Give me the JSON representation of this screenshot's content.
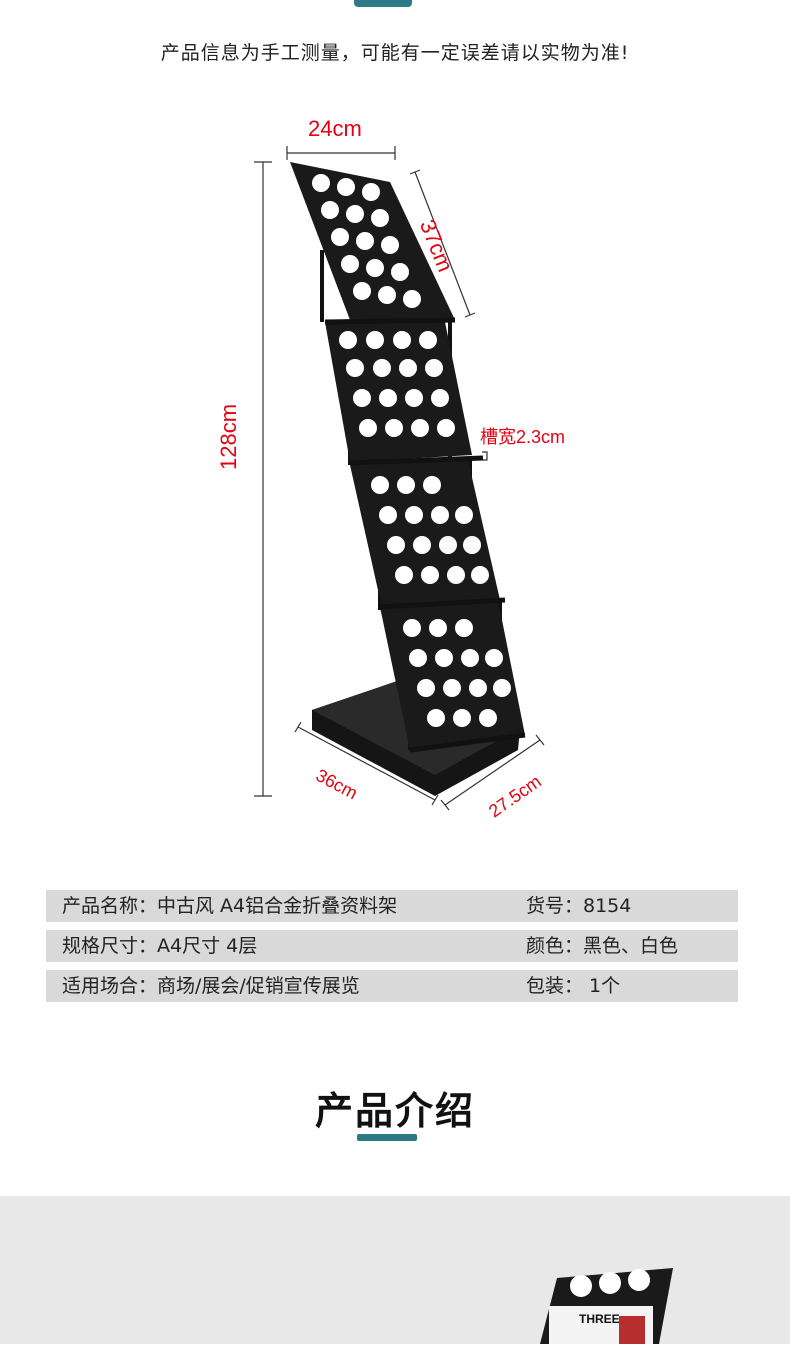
{
  "notice": "产品信息为手工测量，可能有一定误差请以实物为准!",
  "dimensions": {
    "width": "24cm",
    "shelf_length": "37cm",
    "height": "128cm",
    "slot_width": "槽宽2.3cm",
    "base_length": "36cm",
    "base_depth": "27.5cm"
  },
  "specs": [
    {
      "left": "产品名称：中古风 A4铝合金折叠资料架",
      "right": "货号：8154"
    },
    {
      "left": "规格尺寸：A4尺寸 4层",
      "right": "颜色：黑色、白色"
    },
    {
      "left": "适用场合：商场/展会/促销宣传展览",
      "right": "包装： 1个"
    }
  ],
  "section_title": "产品介绍",
  "magazine_cover_text": "THREE",
  "colors": {
    "accent": "#2b7a85",
    "dimension_red": "#e60012",
    "row_bg": "#d9d9d9",
    "panel_bg": "#e8e8e8"
  }
}
